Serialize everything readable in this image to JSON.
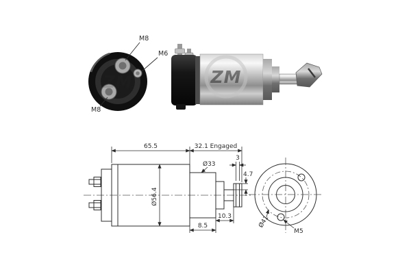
{
  "figure": {
    "type": "starter-solenoid technical diagram",
    "colors": {
      "ink": "#2b2b2b",
      "centerline": "#555555",
      "watermark": "#c4c4c4"
    }
  },
  "watermark": {
    "text": "ZM"
  },
  "front_view": {
    "labels": {
      "top": "M8",
      "side": "M6",
      "bottom": "M8"
    }
  },
  "drawing": {
    "dims": {
      "body_length": "65.5",
      "engaged_travel": "32.1 Engaged",
      "nose_diameter": "Ø33",
      "slot_width": "3",
      "step": "4.7",
      "body_diameter": "Ø56.4",
      "dim_8_5": "8.5",
      "dim_10_3": "10.3",
      "bolt_circle": "Ø41",
      "thread": "M5"
    }
  }
}
